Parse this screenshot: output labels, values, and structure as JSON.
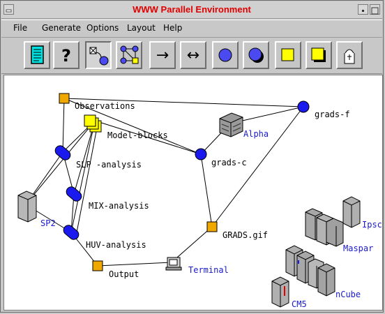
{
  "window": {
    "title": "WWW Parallel Environment"
  },
  "menu": [
    "File",
    "Generate",
    "Options",
    "Layout",
    "Help"
  ],
  "toolbar": [
    {
      "name": "document-icon"
    },
    {
      "name": "help-icon",
      "glyph": "?"
    },
    {
      "name": "delete-node-icon"
    },
    {
      "name": "graph-layout-icon"
    },
    {
      "name": "arrow-right-icon",
      "glyph": "→"
    },
    {
      "name": "arrow-both-icon",
      "glyph": "↔"
    },
    {
      "name": "circle-node-icon"
    },
    {
      "name": "circle-shadow-node-icon"
    },
    {
      "name": "square-node-icon"
    },
    {
      "name": "square-shadow-node-icon"
    },
    {
      "name": "lock-file-icon"
    }
  ],
  "nodes": {
    "observations": "Observations",
    "model_blocks": "Model-blocks",
    "slp": "SLP -analysis",
    "mix": "MIX-analysis",
    "huv": "HUV-analysis",
    "output": "Output",
    "sp2": "SP2",
    "grads_c": "grads-c",
    "grads_f": "grads-f",
    "alpha": "Alpha",
    "grads_gif": "GRADS.gif",
    "terminal": "Terminal",
    "ipsc": "Ipsc",
    "maspar": "Maspar",
    "ncube": "nCube",
    "cm5": "CM5"
  },
  "colors": {
    "title": "#e00000",
    "node_blue": "#1a1aee",
    "node_orange": "#f0a800",
    "node_yellow": "#ffff00",
    "link_blue": "#1a1acc"
  }
}
